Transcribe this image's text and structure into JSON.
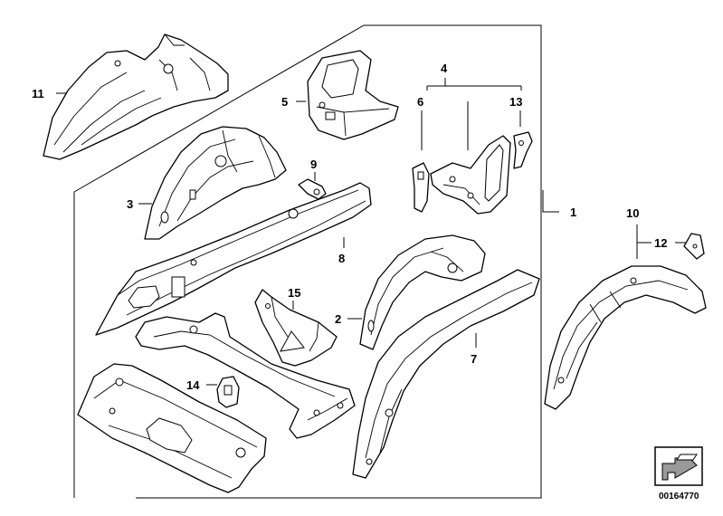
{
  "diagram": {
    "reference_code": "00164770",
    "callouts": [
      {
        "id": "c1",
        "label": "1"
      },
      {
        "id": "c2",
        "label": "2"
      },
      {
        "id": "c3",
        "label": "3"
      },
      {
        "id": "c4",
        "label": "4"
      },
      {
        "id": "c5",
        "label": "5"
      },
      {
        "id": "c6",
        "label": "6"
      },
      {
        "id": "c7",
        "label": "7"
      },
      {
        "id": "c8",
        "label": "8"
      },
      {
        "id": "c9",
        "label": "9"
      },
      {
        "id": "c10",
        "label": "10"
      },
      {
        "id": "c11",
        "label": "11"
      },
      {
        "id": "c12",
        "label": "12"
      },
      {
        "id": "c13",
        "label": "13"
      },
      {
        "id": "c14",
        "label": "14"
      },
      {
        "id": "c15",
        "label": "15"
      }
    ]
  }
}
